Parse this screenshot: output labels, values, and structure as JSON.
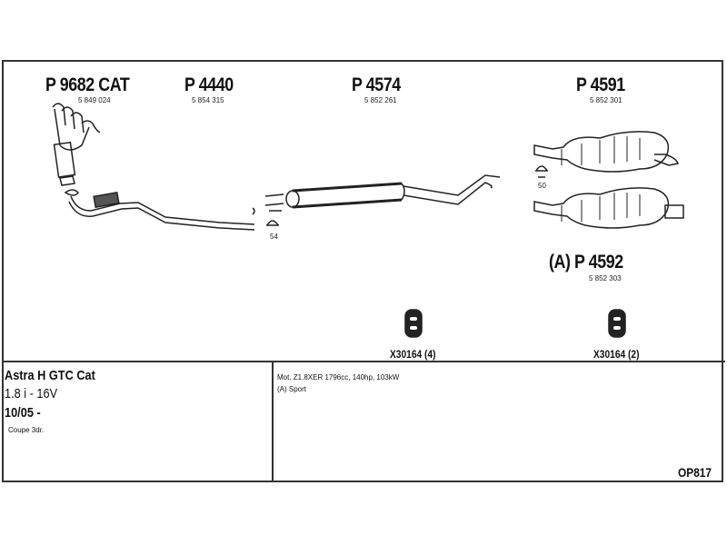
{
  "parts": [
    {
      "part_no": "P 9682 CAT",
      "ref": "5 849 024"
    },
    {
      "part_no": "P 4440",
      "ref": "5 854 315"
    },
    {
      "part_no": "P 4574",
      "ref": "5 852 261"
    },
    {
      "part_no": "P 4591",
      "ref": "5 852 301"
    },
    {
      "part_no": "(A) P 4592",
      "ref": "5 852 303"
    }
  ],
  "clamps": [
    {
      "size": "54"
    },
    {
      "size": "50"
    }
  ],
  "hangers": [
    {
      "label": "X30164 (4)"
    },
    {
      "label": "X30164 (2)"
    }
  ],
  "vehicle": {
    "model": "Astra H GTC Cat",
    "engine": "1.8 i - 16V",
    "date": "10/05 -",
    "body": "Coupe 3dr."
  },
  "notes": {
    "motor": "Mot. Z1.8XER 1796cc, 140hp, 103kW",
    "variant": "(A) Sport"
  },
  "diagram_code": "OP817"
}
